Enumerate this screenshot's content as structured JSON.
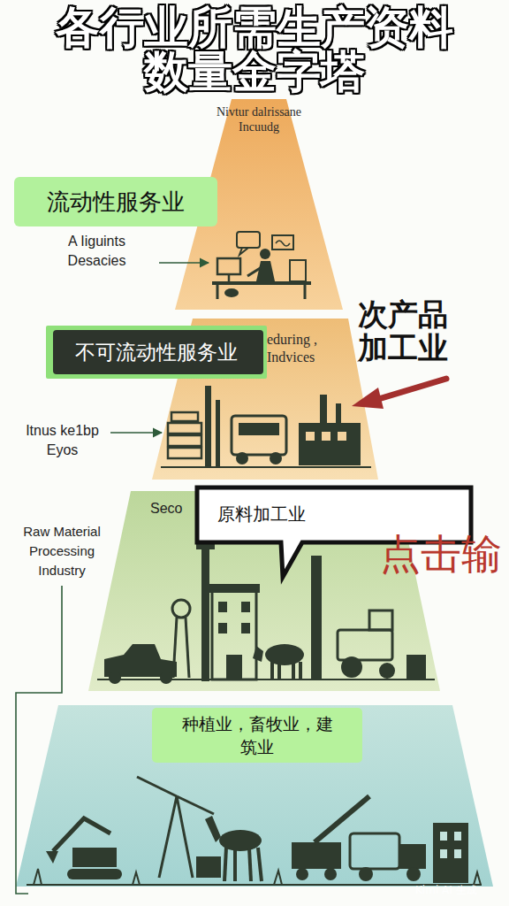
{
  "diagram": {
    "title": "各行业所需生产资料 数量金字塔",
    "nodes": [
      {
        "text": [
          "Nivtur dalrissane Incuudg"
        ]
      },
      {
        "text": [
          "流动性服务业"
        ]
      },
      {
        "text": [
          "eduring , Indvices"
        ]
      },
      {
        "text": [
          "不可流动性服务业"
        ]
      },
      {
        "text": [
          "Seco"
        ]
      },
      {
        "text": [
          "原料加工业"
        ],
        "in": 4
      },
      {
        "text": [
          "种植业，畜牧业，建 筑业"
        ]
      }
    ],
    "labels": [
      "A Iiguints Desacies",
      "次产品 加工业",
      "Itnus ke1bp Eyos",
      "点击输",
      "Raw Material Processing Industry",
      "Kimi AI 生成"
    ]
  }
}
